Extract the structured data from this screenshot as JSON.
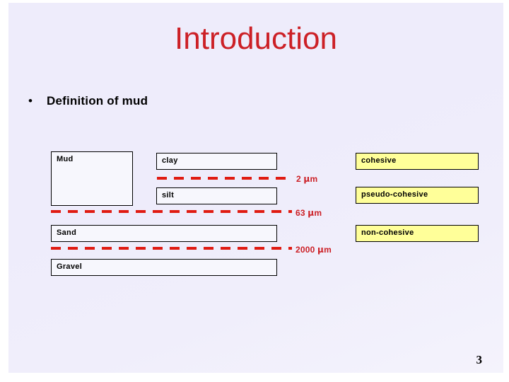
{
  "slide": {
    "title": "Introduction",
    "page_number": "3",
    "bullet": {
      "marker": "•",
      "text": "Definition of mud"
    },
    "colors": {
      "title_red": "#cc2026",
      "dash_red": "#e01b12",
      "highlight_yellow": "#ffff99",
      "background": "#eeecfb",
      "box_fill": "#f7f7fd",
      "text_black": "#000000"
    }
  },
  "diagram": {
    "grain_size_boxes": [
      {
        "label": "Mud",
        "name": "mud-box"
      },
      {
        "label": "clay",
        "name": "clay-box"
      },
      {
        "label": "silt",
        "name": "silt-box"
      },
      {
        "label": "Sand",
        "name": "sand-box"
      },
      {
        "label": "Gravel",
        "name": "gravel-box"
      }
    ],
    "cohesion_boxes": [
      {
        "label": "cohesive",
        "name": "cohesive-box"
      },
      {
        "label": "pseudo-cohesive",
        "name": "pseudo-cohesive-box"
      },
      {
        "label": "non-cohesive",
        "name": "non-cohesive-box"
      }
    ],
    "boundaries": [
      {
        "value": "2",
        "unit": "m",
        "prefix": "µ",
        "full": "2 µm",
        "name": "boundary-2-micron"
      },
      {
        "value": "63",
        "unit": "m",
        "prefix": "µ",
        "full": "63 µm",
        "name": "boundary-63-micron"
      },
      {
        "value": "2000",
        "unit": "m",
        "prefix": "µ",
        "full": "2000 µm",
        "name": "boundary-2000-micron"
      }
    ]
  }
}
